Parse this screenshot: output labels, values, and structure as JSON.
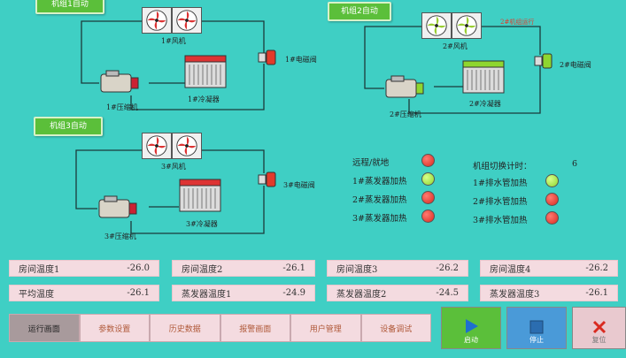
{
  "units": [
    {
      "button": "机组1自动",
      "fan": "1#风机",
      "valve": "1#电磁阀",
      "compressor": "1#压缩机",
      "condenser": "1#冷凝器"
    },
    {
      "button": "机组2自动",
      "fan": "2#风机",
      "valve": "2#电磁阀",
      "compressor": "2#压缩机",
      "condenser": "2#冷凝器",
      "note": "2#机组运行"
    },
    {
      "button": "机组3自动",
      "fan": "3#风机",
      "valve": "3#电磁阀",
      "compressor": "3#压缩机",
      "condenser": "3#冷凝器"
    }
  ],
  "status_left": [
    {
      "label": "远程/就地",
      "state": "red"
    },
    {
      "label": "1#蒸发器加热",
      "state": "green"
    },
    {
      "label": "2#蒸发器加热",
      "state": "red"
    },
    {
      "label": "3#蒸发器加热",
      "state": "red"
    }
  ],
  "status_right": {
    "timer_label": "机组切换计时：",
    "timer_value": "6",
    "items": [
      {
        "label": "1#排水管加热",
        "state": "green"
      },
      {
        "label": "2#排水管加热",
        "state": "red"
      },
      {
        "label": "3#排水管加热",
        "state": "red"
      }
    ]
  },
  "temps_row1": [
    {
      "label": "房间温度1",
      "value": "-26.0"
    },
    {
      "label": "房间温度2",
      "value": "-26.1"
    },
    {
      "label": "房间温度3",
      "value": "-26.2"
    },
    {
      "label": "房间温度4",
      "value": "-26.2"
    }
  ],
  "temps_row2": [
    {
      "label": "平均温度",
      "value": "-26.1"
    },
    {
      "label": "蒸发器温度1",
      "value": "-24.9"
    },
    {
      "label": "蒸发器温度2",
      "value": "-24.5"
    },
    {
      "label": "蒸发器温度3",
      "value": "-26.1"
    }
  ],
  "tabs": [
    "运行画面",
    "参数设置",
    "历史数据",
    "报警画面",
    "用户管理",
    "设备调试"
  ],
  "actions": {
    "start": "启动",
    "stop": "停止",
    "reset": "复位"
  },
  "colors": {
    "background": "#3fcfc4",
    "unit_button": "#5bbf3a",
    "led_red": "#d92a20",
    "led_green": "#8ed62f"
  }
}
